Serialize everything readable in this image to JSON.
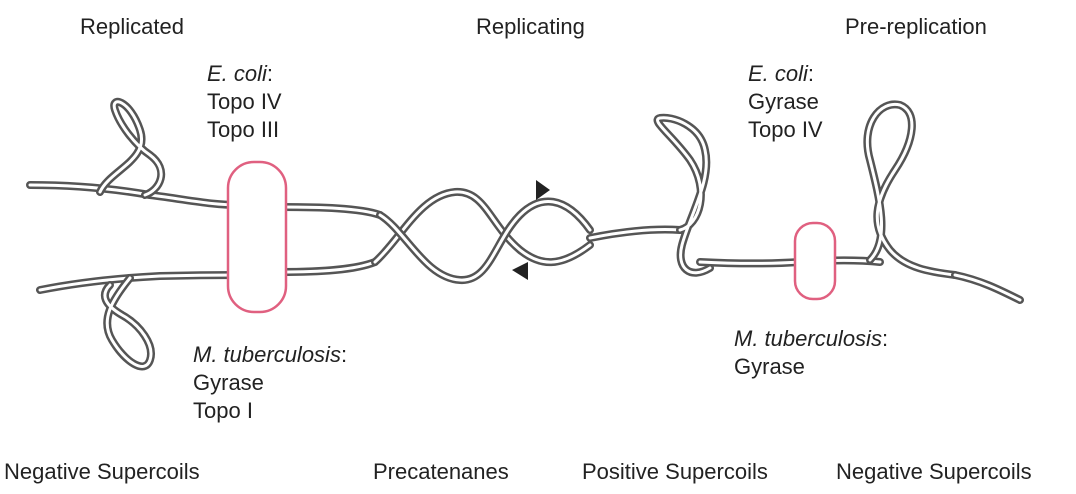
{
  "headers": {
    "replicated": "Replicated",
    "replicating": "Replicating",
    "pre_replication": "Pre-replication"
  },
  "annotations": {
    "left_top": {
      "organism": "E. coli",
      "suffix": ":",
      "enzymes": [
        "Topo IV",
        "Topo III"
      ]
    },
    "left_bottom": {
      "organism": "M. tuberculosis",
      "suffix": ":",
      "enzymes": [
        "Gyrase",
        "Topo I"
      ]
    },
    "right_top": {
      "organism": "E. coli",
      "suffix": ":",
      "enzymes": [
        "Gyrase",
        "Topo IV"
      ]
    },
    "right_bottom": {
      "organism": "M. tuberculosis",
      "suffix": ":",
      "enzymes": [
        "Gyrase"
      ]
    }
  },
  "footers": {
    "negative_left": "Negative Supercoils",
    "precatenanes": "Precatenanes",
    "positive": "Positive Supercoils",
    "negative_right": "Negative Supercoils"
  },
  "colors": {
    "dna_strand": "#555555",
    "enzyme_outline": "#e06080",
    "fork_arrow": "#222222"
  }
}
